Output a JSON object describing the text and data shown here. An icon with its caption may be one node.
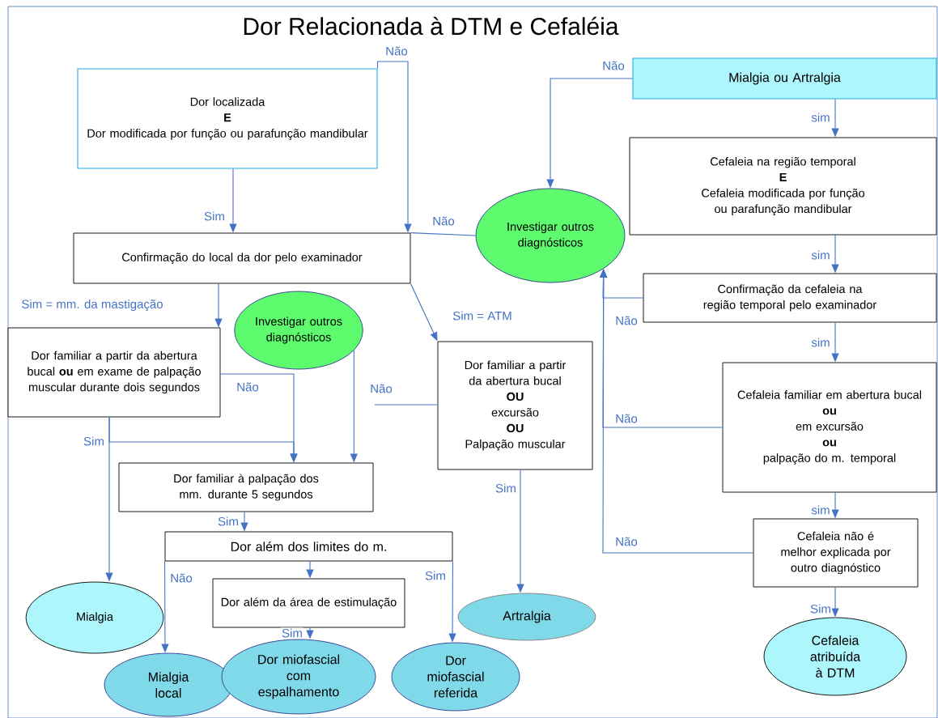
{
  "diagram": {
    "title": "Dor Relacionada à DTM e Cefaléia",
    "nodes": [
      {
        "text": [
          "Dor localizada",
          "E",
          "Dor modificada por função ou parafunção mandibular"
        ]
      },
      {
        "text": [
          "Confirmação do local da dor pelo examinador"
        ]
      },
      {
        "text": [
          "Investigar outros diagnósticos"
        ]
      },
      {
        "text": [
          "Mialgia ou Artralgia"
        ]
      },
      {
        "text": [
          "Cefaleia na região temporal",
          "E",
          "Cefaleia modificada por função ou parafunção mandibular"
        ]
      },
      {
        "text": [
          "Confirmação da cefaleia na região temporal pelo examinador"
        ]
      },
      {
        "text": [
          "Dor familiar a partir da abertura bucal **ou** em exame de palpação muscular durante dois segundos"
        ]
      },
      {
        "text": [
          "Investigar outros diagnósticos"
        ]
      },
      {
        "text": [
          "Dor familiar a partir da abertura bucal",
          "OU",
          "excursão",
          "OU",
          "Palpação muscular"
        ]
      },
      {
        "text": [
          "Cefaleia familiar em abertura bucal",
          "ou",
          "em excursão",
          "ou",
          "palpação do m. temporal"
        ]
      },
      {
        "text": [
          "Dor familiar à palpação dos mm. durante 5 segundos"
        ]
      },
      {
        "text": [
          "Dor além dos limites do m."
        ]
      },
      {
        "text": [
          "Cefaleia não é melhor explicada por outro diagnóstico"
        ]
      },
      {
        "text": [
          "Dor além da área de estimulação"
        ]
      },
      {
        "text": [
          "Mialgia"
        ]
      },
      {
        "text": [
          "Artralgia"
        ]
      },
      {
        "text": [
          "Mialgia local"
        ]
      },
      {
        "text": [
          "Dor miofascial com espalhamento"
        ]
      },
      {
        "text": [
          "Dor miofascial referida"
        ]
      },
      {
        "text": [
          "Cefaleia atribuída à DTM"
        ]
      }
    ],
    "edges": [
      {
        "from": 0,
        "to": 1,
        "arrow": "to",
        "label": "Sim"
      },
      {
        "from": 0,
        "to": 1,
        "arrow": "to",
        "label": "Não"
      },
      {
        "from": 1,
        "to": 2,
        "arrow": "none",
        "label": "Não"
      },
      {
        "from": 3,
        "to": 2,
        "arrow": "to",
        "label": "Não"
      },
      {
        "from": 3,
        "to": 4,
        "arrow": "to",
        "label": "sim"
      },
      {
        "from": 4,
        "to": 5,
        "arrow": "to",
        "label": "sim"
      },
      {
        "from": 5,
        "to": 2,
        "arrow": "to",
        "label": "Não"
      },
      {
        "from": 5,
        "to": 9,
        "arrow": "to",
        "label": "sim"
      },
      {
        "from": 9,
        "to": 2,
        "arrow": "to",
        "label": "Não"
      },
      {
        "from": 9,
        "to": 12,
        "arrow": "to",
        "label": "sim"
      },
      {
        "from": 12,
        "to": 2,
        "arrow": "to",
        "label": "Não"
      },
      {
        "from": 12,
        "to": 19,
        "arrow": "to",
        "label": "Sim"
      },
      {
        "from": 1,
        "to": 6,
        "arrow": "to",
        "label": "Sim = mm. da mastigação"
      },
      {
        "from": 1,
        "to": 8,
        "arrow": "to",
        "label": "Sim = ATM"
      },
      {
        "from": 6,
        "to": 10,
        "arrow": "to",
        "label": "Não"
      },
      {
        "from": 6,
        "to": 14,
        "arrow": "to",
        "label": "Sim"
      },
      {
        "from": 6,
        "to": 10,
        "arrow": "to"
      },
      {
        "from": 7,
        "to": 10,
        "arrow": "to"
      },
      {
        "from": 8,
        "to": null,
        "arrow": "none",
        "label": "Não"
      },
      {
        "from": 8,
        "to": 15,
        "arrow": "to",
        "label": "Sim"
      },
      {
        "from": 10,
        "to": 11,
        "arrow": "to",
        "label": "Sim"
      },
      {
        "from": 11,
        "to": 16,
        "arrow": "to",
        "label": "Não"
      },
      {
        "from": 11,
        "to": 13,
        "arrow": "to"
      },
      {
        "from": 13,
        "to": 17,
        "arrow": "to",
        "label": "Sim"
      },
      {
        "from": 11,
        "to": 18,
        "arrow": "to",
        "label": "Sim"
      }
    ]
  }
}
